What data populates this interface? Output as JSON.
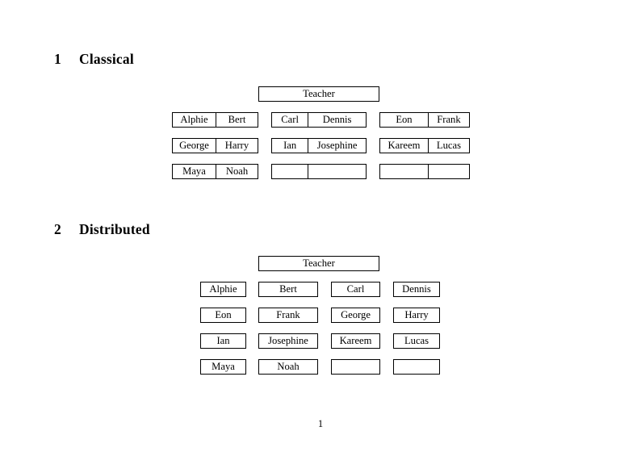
{
  "document": {
    "page_number": "1",
    "sections": [
      {
        "number": "1",
        "title": "Classical",
        "layout": "paired",
        "teacher_label": "Teacher",
        "columns": [
          {
            "rows": [
              {
                "left": "Alphie",
                "right": "Bert"
              },
              {
                "left": "George",
                "right": "Harry"
              },
              {
                "left": "Maya",
                "right": "Noah"
              }
            ]
          },
          {
            "rows": [
              {
                "left": "Carl",
                "right": "Dennis"
              },
              {
                "left": "Ian",
                "right": "Josephine"
              },
              {
                "left": "",
                "right": ""
              }
            ]
          },
          {
            "rows": [
              {
                "left": "Eon",
                "right": "Frank"
              },
              {
                "left": "Kareem",
                "right": "Lucas"
              },
              {
                "left": "",
                "right": ""
              }
            ]
          }
        ]
      },
      {
        "number": "2",
        "title": "Distributed",
        "layout": "single",
        "teacher_label": "Teacher",
        "rows": [
          [
            "Alphie",
            "Bert",
            "Carl",
            "Dennis"
          ],
          [
            "Eon",
            "Frank",
            "George",
            "Harry"
          ],
          [
            "Ian",
            "Josephine",
            "Kareem",
            "Lucas"
          ],
          [
            "Maya",
            "Noah",
            "",
            ""
          ]
        ]
      }
    ]
  }
}
